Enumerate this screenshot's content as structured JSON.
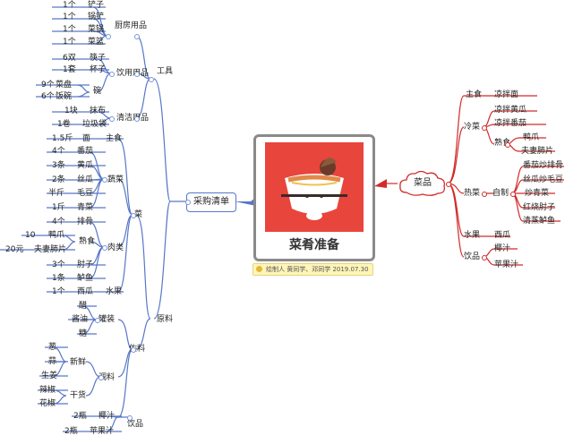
{
  "central": {
    "title": "菜肴准备"
  },
  "note": {
    "text": "绘制人 黄同学、邓同学 2019.07.30"
  },
  "left_branch": "采购清单",
  "right_branch": "菜品",
  "colors": {
    "left": "#5877c8",
    "right": "#d22b2b"
  },
  "nodes": {
    "tools": "工具",
    "kitchen_use": "厨房用品",
    "shovel": "铲子",
    "shovel_qty": "1个",
    "ladle": "锅铲",
    "ladle_qty": "1个",
    "pot": "菜锅",
    "pot_qty": "1个",
    "basket": "菜篮",
    "basket_qty": "1个",
    "drink_use": "饮用用品",
    "chopsticks": "筷子",
    "chopsticks_qty": "6双",
    "cup": "杯子",
    "cup_qty": "1套",
    "bowl": "碗",
    "plate": "菜盘",
    "plate_qty": "9个",
    "rice_bowl": "饭碗",
    "rice_bowl_qty": "6个",
    "clean_use": "清洁用品",
    "rag": "抹布",
    "rag_qty": "1块",
    "trash_bag": "垃圾袋",
    "trash_bag_qty": "1卷",
    "food": "菜",
    "staple": "主食",
    "noodle": "面",
    "noodle_qty": "1.5斤",
    "veg": "蔬菜",
    "tomato": "番茄",
    "tomato_qty": "4个",
    "cucumber": "黄瓜",
    "cucumber_qty": "3条",
    "loofah": "丝瓜",
    "loofah_qty": "2条",
    "edamame": "毛豆",
    "edamame_qty": "半斤",
    "greens": "青菜",
    "greens_qty": "1斤",
    "meat": "肉类",
    "ribs": "排骨",
    "ribs_qty": "4个",
    "cooked": "熟食",
    "duck_claw": "鸭爪",
    "duck_claw_qty": "10",
    "couple_slice": "夫妻肺片",
    "couple_slice_qty": "20元",
    "elbow": "肘子",
    "elbow_qty": "3个",
    "fish": "鲈鱼",
    "fish_qty": "1条",
    "fruit": "水果",
    "melon": "西瓜",
    "melon_qty": "1个",
    "ingredients": "原料",
    "seasoning": "佐料",
    "condiment": "罐装",
    "vinegar": "醋",
    "soy": "酱油",
    "sugar": "糖",
    "spices": "调料",
    "fresh": "新鲜",
    "scallion": "葱",
    "garlic": "蒜",
    "ginger": "生姜",
    "dried": "干货",
    "chili": "辣椒",
    "pepper": "花椒",
    "drinks": "饮品",
    "coconut": "椰汁",
    "coconut_qty": "2瓶",
    "apple": "苹果汁",
    "apple_qty": "2瓶",
    "r_staple": "主食",
    "r_cold_noodle": "凉拌面",
    "r_cold": "冷菜",
    "r_cucumber": "凉拌黄瓜",
    "r_tomato": "凉拌番茄",
    "r_cooked": "熟食",
    "r_duck": "鸭爪",
    "r_slice": "夫妻肺片",
    "r_hot": "热菜",
    "r_self": "自制",
    "r_h1": "番茄炒排骨",
    "r_h2": "丝瓜炒毛豆",
    "r_h3": "炒青菜",
    "r_h4": "红烧肘子",
    "r_h5": "清蒸鲈鱼",
    "r_fruit": "水果",
    "r_melon": "西瓜",
    "r_drink": "饮品",
    "r_coconut": "椰汁",
    "r_apple": "苹果汁"
  }
}
